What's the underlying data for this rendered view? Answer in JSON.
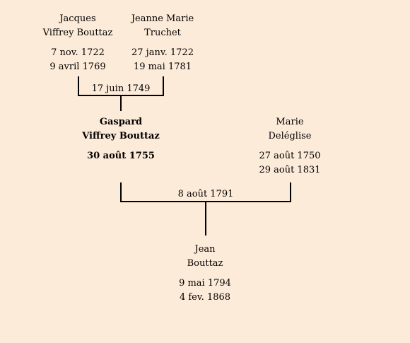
{
  "people": {
    "jacques": {
      "name_line1": "Jacques",
      "name_line2": "Viffrey Bouttaz",
      "birth": "7 nov. 1722",
      "death": "9 avril 1769"
    },
    "jeanne": {
      "name_line1": "Jeanne Marie",
      "name_line2": "Truchet",
      "birth": "27 janv. 1722",
      "death": "19 mai 1781"
    },
    "gaspard": {
      "name_line1": "Gaspard",
      "name_line2": "Viffrey Bouttaz",
      "birth": "30 août 1755"
    },
    "marie": {
      "name_line1": "Marie",
      "name_line2": "Deléglise",
      "birth": "27 août 1750",
      "death": "29 août 1831"
    },
    "jean": {
      "name_line1": "Jean",
      "name_line2": "Bouttaz",
      "birth": "9 mai 1794",
      "death": "4 fev. 1868"
    }
  },
  "marriages": {
    "first": "17 juin 1749",
    "second": "8 août 1791"
  }
}
